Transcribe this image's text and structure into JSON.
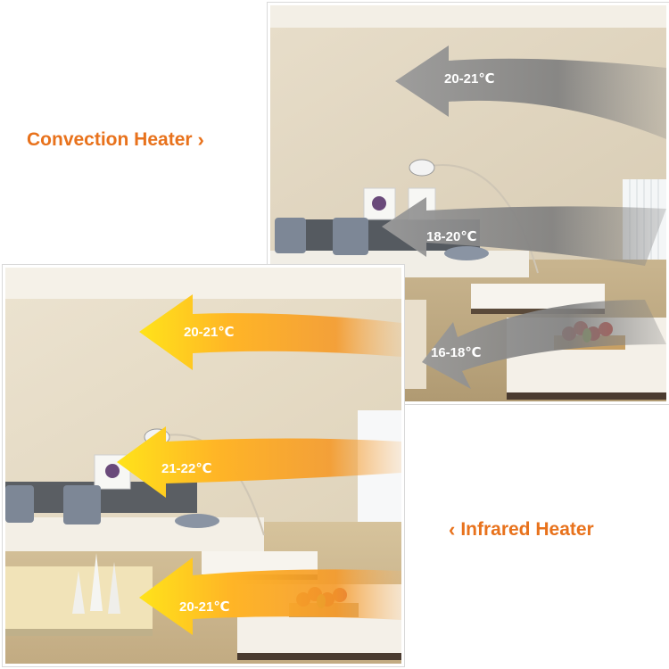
{
  "labels": {
    "convection": "Convection Heater",
    "infrared": "Infrared Heater"
  },
  "convection_photo": {
    "temp_top": "20-21℃",
    "temp_middle": "18-20℃",
    "temp_bottom": "16-18℃"
  },
  "infrared_photo": {
    "temp_top": "20-21℃",
    "temp_middle": "21-22℃",
    "temp_bottom": "20-21℃"
  },
  "icons": {
    "convection_pointer": "chevron-right-icon",
    "infrared_pointer": "chevron-left-icon"
  },
  "colors": {
    "label_orange": "#e8721c",
    "convection_arrow": "#8d8d8d",
    "infrared_arrow_warm": "#f59a2a",
    "infrared_arrow_hot": "#ffe31a"
  }
}
